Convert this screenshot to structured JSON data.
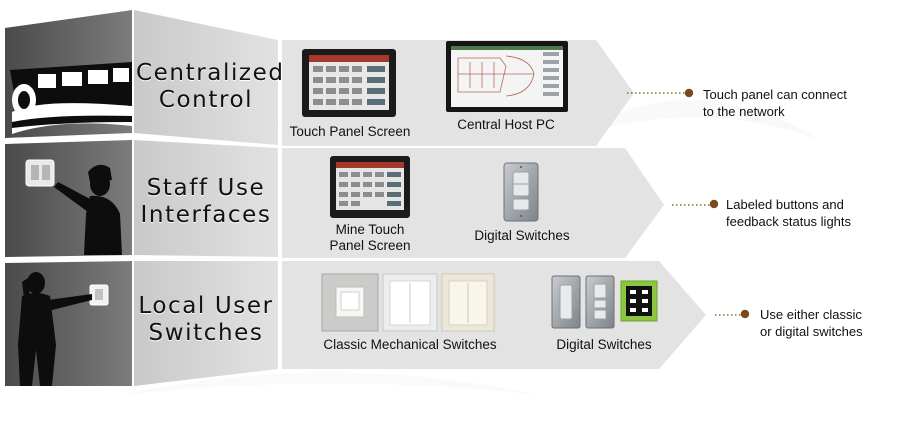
{
  "rows": [
    {
      "id": "centralized",
      "label_line1": "Centralized",
      "label_line2": "Control",
      "devices": [
        {
          "caption": "Touch Panel Screen"
        },
        {
          "caption": "Central Host PC"
        }
      ],
      "note_line1": "Touch panel can connect",
      "note_line2": "to the network"
    },
    {
      "id": "staff",
      "label_line1": "Staff Use",
      "label_line2": "Interfaces",
      "devices": [
        {
          "caption_line1": "Mine Touch",
          "caption_line2": "Panel Screen"
        },
        {
          "caption": "Digital Switches"
        }
      ],
      "note_line1": "Labeled buttons and",
      "note_line2": "feedback status lights"
    },
    {
      "id": "local",
      "label_line1": "Local User",
      "label_line2": "Switches",
      "devices": [
        {
          "caption": "Classic Mechanical Switches"
        },
        {
          "caption": "Digital Switches"
        }
      ],
      "note_line1": "Use either classic",
      "note_line2": "or digital switches"
    }
  ],
  "colors": {
    "dark_panel": "#6d6d6d",
    "label_panel": "#d6d6d6",
    "arrow_panel": "#e3e3e3",
    "bullet": "#7a4a1c",
    "highlight_green": "#8cc63f"
  }
}
